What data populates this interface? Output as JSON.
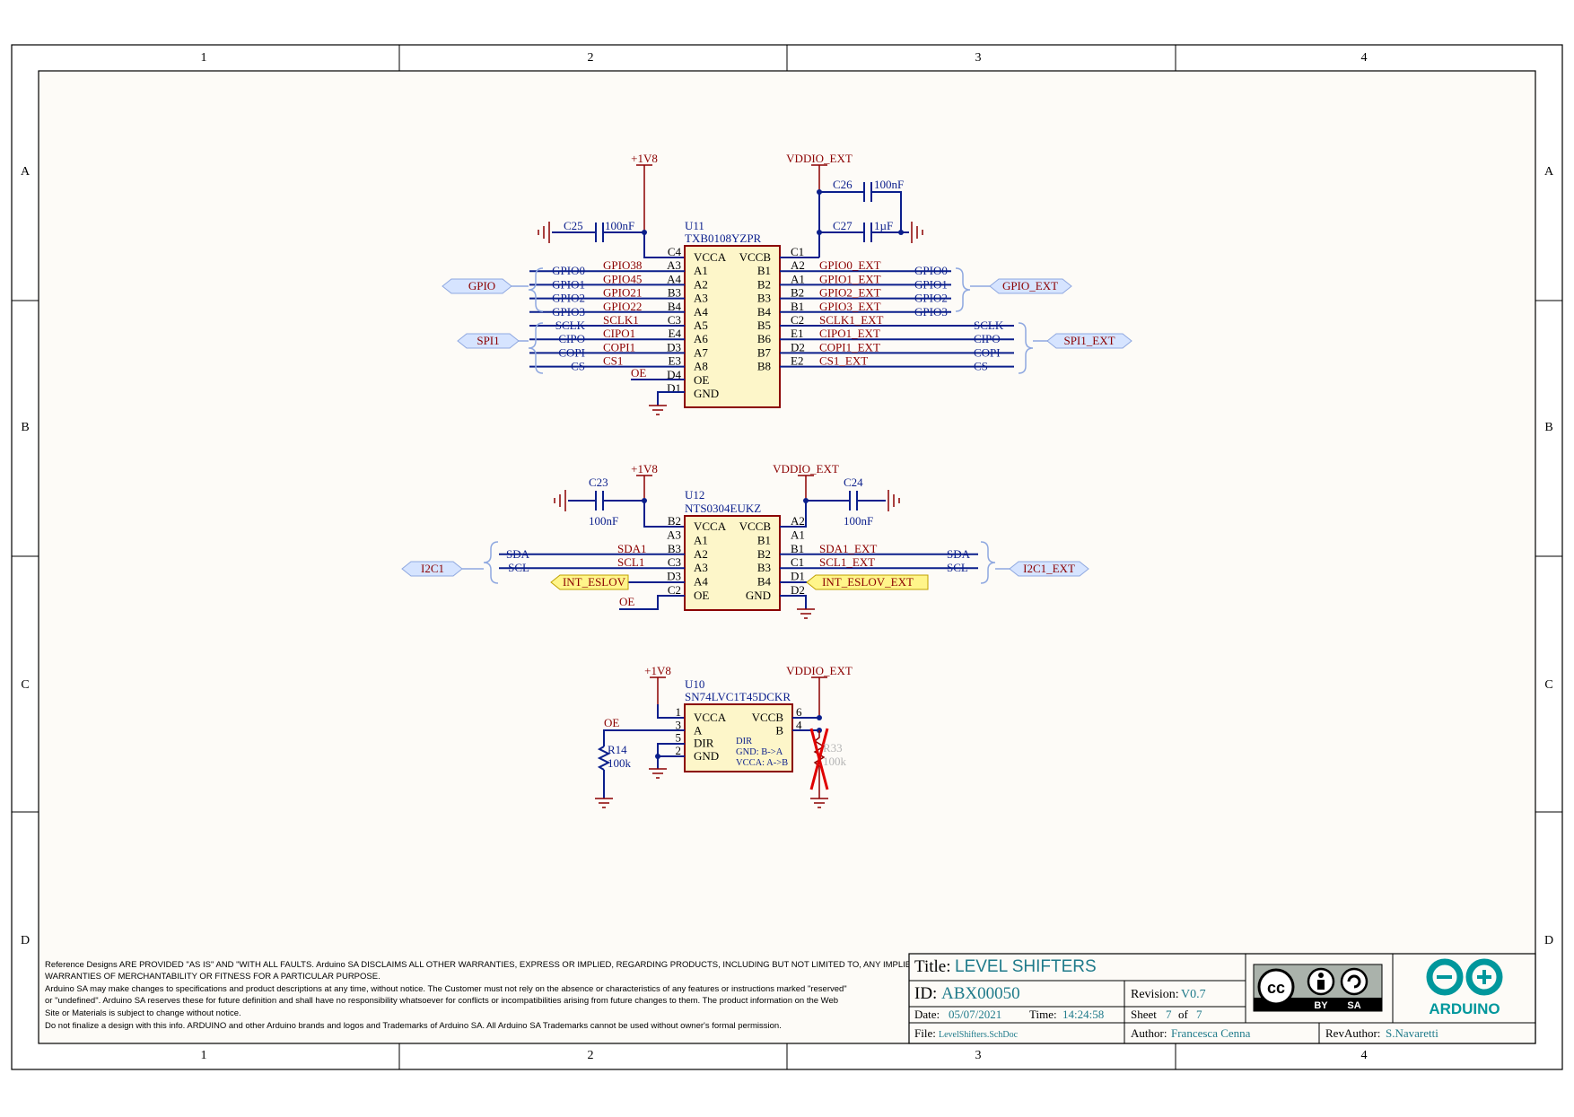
{
  "frame": {
    "columns": [
      "1",
      "2",
      "3",
      "4"
    ],
    "rows": [
      "A",
      "B",
      "C",
      "D"
    ]
  },
  "power": {
    "v18": "+1V8",
    "vext": "VDDIO_EXT"
  },
  "u11": {
    "ref": "U11",
    "part": "TXB0108YZPR",
    "left_pins": [
      {
        "num": "C4",
        "name": "VCCA",
        "net": ""
      },
      {
        "num": "A3",
        "name": "A1",
        "net": "GPIO38"
      },
      {
        "num": "A4",
        "name": "A2",
        "net": "GPIO45"
      },
      {
        "num": "B3",
        "name": "A3",
        "net": "GPIO21"
      },
      {
        "num": "B4",
        "name": "A4",
        "net": "GPIO22"
      },
      {
        "num": "C3",
        "name": "A5",
        "net": "SCLK1"
      },
      {
        "num": "E4",
        "name": "A6",
        "net": "CIPO1"
      },
      {
        "num": "D3",
        "name": "A7",
        "net": "COPI1"
      },
      {
        "num": "E3",
        "name": "A8",
        "net": "CS1"
      },
      {
        "num": "D4",
        "name": "OE",
        "net": "OE"
      },
      {
        "num": "D1",
        "name": "GND",
        "net": ""
      }
    ],
    "right_pins": [
      {
        "num": "C1",
        "name": "VCCB",
        "net": ""
      },
      {
        "num": "A2",
        "name": "B1",
        "net": "GPIO0_EXT"
      },
      {
        "num": "A1",
        "name": "B2",
        "net": "GPIO1_EXT"
      },
      {
        "num": "B2",
        "name": "B3",
        "net": "GPIO2_EXT"
      },
      {
        "num": "B1",
        "name": "B4",
        "net": "GPIO3_EXT"
      },
      {
        "num": "C2",
        "name": "B5",
        "net": "SCLK1_EXT"
      },
      {
        "num": "E1",
        "name": "B6",
        "net": "CIPO1_EXT"
      },
      {
        "num": "D2",
        "name": "B7",
        "net": "COPI1_EXT"
      },
      {
        "num": "E2",
        "name": "B8",
        "net": "CS1_EXT"
      }
    ],
    "left_signals": [
      "GPIO0",
      "GPIO1",
      "GPIO2",
      "GPIO3",
      "SCLK",
      "CIPO",
      "COPI",
      "CS"
    ],
    "right_signals": [
      "GPIO0",
      "GPIO1",
      "GPIO2",
      "GPIO3",
      "SCLK",
      "CIPO",
      "COPI",
      "CS"
    ],
    "ports": {
      "gpio": "GPIO",
      "spi": "SPI1",
      "gpio_ext": "GPIO_EXT",
      "spi_ext": "SPI1_EXT"
    }
  },
  "caps_top": {
    "c25": {
      "ref": "C25",
      "val": "100nF"
    },
    "c26": {
      "ref": "C26",
      "val": "100nF"
    },
    "c27": {
      "ref": "C27",
      "val": "1µF"
    }
  },
  "u12": {
    "ref": "U12",
    "part": "NTS0304EUKZ",
    "left_pins": [
      {
        "num": "B2",
        "name": "VCCA",
        "net": ""
      },
      {
        "num": "A3",
        "name": "A1",
        "net": ""
      },
      {
        "num": "B3",
        "name": "A2",
        "net": "SDA1"
      },
      {
        "num": "C3",
        "name": "A3",
        "net": "SCL1"
      },
      {
        "num": "D3",
        "name": "A4",
        "net": ""
      },
      {
        "num": "C2",
        "name": "OE",
        "net": "OE"
      }
    ],
    "right_pins": [
      {
        "num": "A2",
        "name": "VCCB",
        "net": ""
      },
      {
        "num": "A1",
        "name": "B1",
        "net": ""
      },
      {
        "num": "B1",
        "name": "B2",
        "net": "SDA1_EXT"
      },
      {
        "num": "C1",
        "name": "B3",
        "net": "SCL1_EXT"
      },
      {
        "num": "D1",
        "name": "B4",
        "net": ""
      },
      {
        "num": "D2",
        "name": "GND",
        "net": ""
      }
    ],
    "left_signals": [
      "SDA",
      "SCL"
    ],
    "right_signals": [
      "SDA",
      "SCL"
    ],
    "ports": {
      "i2c": "I2C1",
      "i2c_ext": "I2C1_EXT",
      "eslov": "INT_ESLOV",
      "eslov_ext": "INT_ESLOV_EXT"
    }
  },
  "caps_mid": {
    "c23": {
      "ref": "C23",
      "val": "100nF"
    },
    "c24": {
      "ref": "C24",
      "val": "100nF"
    }
  },
  "u10": {
    "ref": "U10",
    "part": "SN74LVC1T45DCKR",
    "left_pins": [
      {
        "num": "1",
        "name": "VCCA"
      },
      {
        "num": "3",
        "name": "A"
      },
      {
        "num": "5",
        "name": "DIR"
      },
      {
        "num": "2",
        "name": "GND"
      }
    ],
    "right_pins": [
      {
        "num": "6",
        "name": "VCCB"
      },
      {
        "num": "4",
        "name": "B"
      }
    ],
    "note": [
      "DIR",
      "GND: B->A",
      "VCCA: A->B"
    ],
    "oe": "OE",
    "r14": {
      "ref": "R14",
      "val": "100k"
    },
    "r33": {
      "ref": "R33",
      "val": "100k"
    }
  },
  "disclaimer": [
    "Reference Designs ARE PROVIDED \"AS IS\" AND \"WITH ALL FAULTS. Arduino SA DISCLAIMS ALL OTHER WARRANTIES, EXPRESS OR IMPLIED, REGARDING PRODUCTS, INCLUDING BUT NOT LIMITED TO, ANY IMPLIED",
    "WARRANTIES OF MERCHANTABILITY OR FITNESS FOR A PARTICULAR PURPOSE.",
    "Arduino SA may make changes to specifications and product descriptions at any time, without notice. The Customer must not rely on the absence or characteristics of any features or instructions marked \"reserved\"",
    "or \"undefined\". Arduino SA reserves these for future definition and shall have no responsibility whatsoever for conflicts or incompatibilities arising from future changes to them. The product information on the Web",
    "Site or Materials is subject to change without notice.",
    "Do not finalize a design with this info. ARDUINO and other Arduino brands and logos and Trademarks of Arduino SA. All Arduino SA Trademarks cannot be used without owner's formal permission."
  ],
  "title_block": {
    "title_label": "Title:",
    "title": "LEVEL SHIFTERS",
    "id_label": "ID:",
    "id": "ABX00050",
    "revision_label": "Revision:",
    "revision": "V0.7",
    "date_label": "Date:",
    "date": "05/07/2021",
    "time_label": "Time:",
    "time": "14:24:58",
    "sheet_label": "Sheet",
    "sheet": "7",
    "of_label": "of",
    "sheets": "7",
    "file_label": "File:",
    "file": "LevelShifters.SchDoc",
    "author_label": "Author:",
    "author": "Francesca Cenna",
    "revauthor_label": "RevAuthor:",
    "revauthor": "S.Navaretti",
    "cc_by": "BY",
    "cc_sa": "SA",
    "logo_text": "ARDUINO"
  },
  "colors": {
    "wire": "#0b1f8c",
    "power": "#8b0000",
    "chip_fill": "#fdf6c9",
    "teal": "#1e7a8a",
    "port": "#d6e4ff"
  }
}
